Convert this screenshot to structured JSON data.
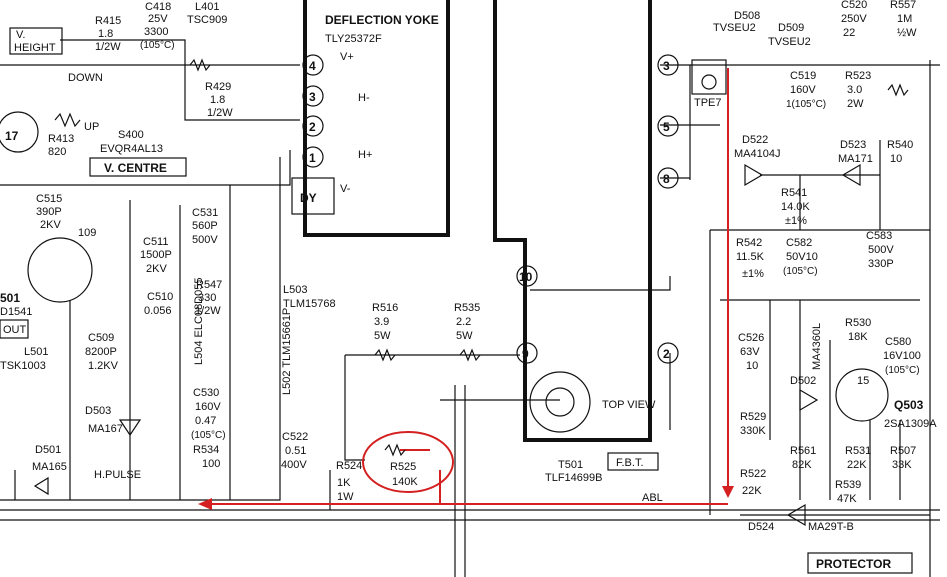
{
  "blocks": {
    "v_height": "V.\nHEIGHT",
    "v_centre": "V. CENTRE",
    "out": "OUT",
    "protector": "PROTECTOR",
    "fbt": "F.B.T.",
    "dy": "DY",
    "top_view": "TOP VIEW",
    "h_pulse": "H.PULSE",
    "abl": "ABL",
    "deflection_yoke": "DEFLECTION YOKE",
    "deflection_yoke_part": "TLY25372F"
  },
  "switch": {
    "down": "DOWN",
    "up": "UP",
    "name": "S400",
    "part": "EVQR4AL13"
  },
  "components": {
    "R415": [
      "R415",
      "1.8",
      "1/2W"
    ],
    "C418": [
      "C418",
      "25V",
      "3300",
      "(105°C)"
    ],
    "L401": [
      "L401",
      "TSC909"
    ],
    "R429": [
      "R429",
      "1.8",
      "1/2W"
    ],
    "R413": [
      "R413",
      "820"
    ],
    "C515": [
      "C515",
      "390P",
      "2KV"
    ],
    "Q501": [
      "501",
      "D1541",
      "109"
    ],
    "C511": [
      "C511",
      "1500P",
      "2KV"
    ],
    "C531": [
      "C531",
      "560P",
      "500V"
    ],
    "C510": [
      "C510",
      "0.056"
    ],
    "C509": [
      "C509",
      "8200P",
      "1.2KV"
    ],
    "L501": [
      "L501",
      "TSK1003"
    ],
    "D503": [
      "D503",
      "MA167"
    ],
    "D501": [
      "D501",
      "MA165"
    ],
    "R547": [
      "R547",
      "330",
      "1/2W"
    ],
    "L504": [
      "L504",
      "ELC08D055"
    ],
    "L503": [
      "L503",
      "TLM15768"
    ],
    "L502": [
      "L502",
      "TLM15661P"
    ],
    "C530": [
      "C530",
      "160V",
      "0.47",
      "(105°C)"
    ],
    "R534": [
      "R534",
      "100"
    ],
    "C522": [
      "C522",
      "0.51",
      "400V"
    ],
    "R516": [
      "R516",
      "3.9",
      "5W"
    ],
    "R535": [
      "R535",
      "2.2",
      "5W"
    ],
    "R524": [
      "R524",
      "1K",
      "1W"
    ],
    "R525": [
      "R525",
      "140K"
    ],
    "T501": [
      "T501",
      "TLF14699B"
    ],
    "D508": [
      "D508",
      "TVSEU2"
    ],
    "D509": [
      "D509",
      "TVSEU2"
    ],
    "C520": [
      "C520",
      "250V",
      "22"
    ],
    "R557": [
      "R557",
      "1M",
      "½W"
    ],
    "TPE7": [
      "TPE7"
    ],
    "C519": [
      "C519",
      "160V",
      "1(105°C)"
    ],
    "R523": [
      "R523",
      "3.0",
      "2W"
    ],
    "D522": [
      "D522",
      "MA4104J"
    ],
    "D523": [
      "D523",
      "MA171"
    ],
    "R540": [
      "R540",
      "10"
    ],
    "R541": [
      "R541",
      "14.0K",
      "±1%"
    ],
    "R542": [
      "R542",
      "11.5K",
      "±1%"
    ],
    "C582": [
      "C582",
      "50V10",
      "(105°C)"
    ],
    "C583": [
      "C583",
      "500V",
      "330P"
    ],
    "C526": [
      "C526",
      "63V",
      "10"
    ],
    "D530": [
      "MA4360L"
    ],
    "R530": [
      "R530",
      "18K"
    ],
    "C580": [
      "C580",
      "16V100",
      "(105°C)"
    ],
    "D502": [
      "D502"
    ],
    "Q503": [
      "Q503",
      "2SA1309A",
      "15"
    ],
    "R529": [
      "R529",
      "330K"
    ],
    "R561": [
      "R561",
      "82K"
    ],
    "R531": [
      "R531",
      "22K"
    ],
    "R507": [
      "R507",
      "33K"
    ],
    "R522": [
      "R522",
      "22K"
    ],
    "R539": [
      "R539",
      "47K"
    ],
    "D524": [
      "D524",
      "MA29T-B"
    ]
  },
  "pins": {
    "yoke": [
      "4",
      "3",
      "2",
      "1"
    ],
    "yoke_labels": [
      "V+",
      "H-",
      "H+",
      "V-"
    ],
    "fbt_pins": [
      "3",
      "5",
      "8",
      "10",
      "9",
      "2"
    ],
    "circle17": "17"
  },
  "colors": {
    "highlight": "#d42020",
    "ink": "#111111"
  }
}
